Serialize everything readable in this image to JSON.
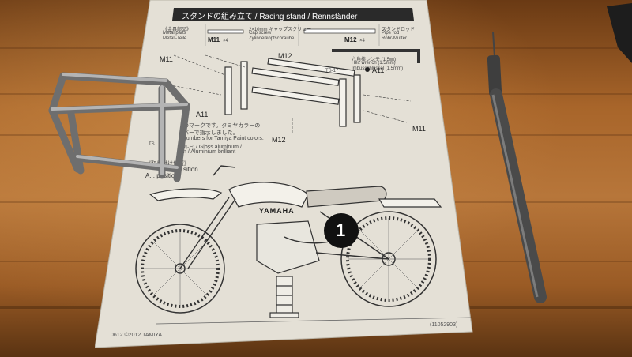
{
  "instruction_sheet": {
    "title": "スタンドの組み立て / Racing stand / Rennständer",
    "metal_parts": [
      "《金具部品》",
      "Metal parts",
      "Metall-Teile"
    ],
    "cap_screw": [
      "2×10mm キャップスクリュー",
      "Cap screw",
      "Zylinderkopfschraube"
    ],
    "m11_label": "M11",
    "m11_count": "×4",
    "stand_rod": [
      "スタンドロッド",
      "Pipe rod",
      "Rohr-Mutter"
    ],
    "m12_label": "M12",
    "m12_count": "×4",
    "hex_wrench": [
      "六角棒レンチ (1.5㎜)",
      "Hex wrench (1.5mm)",
      "Imbusschlüssel (1.5mm)"
    ],
    "ts_callout": "TS-17",
    "a11_label": "A11",
    "paint_note": [
      "のマークです。タミヤカラーの",
      "バーで指示しました。",
      "numbers for Tamiya Paint colors."
    ],
    "paint_color_1": "ルミ / Gloss aluminum /",
    "paint_color_2": "n / Aluminium brilliant",
    "ts_tag": "TS",
    "position_note": [
      "《取り付け位置》",
      "sition",
      "A... position"
    ],
    "tank_brand": "YAMAHA",
    "race_number": "1",
    "copyright": "0612 ©2012 TAMIYA",
    "doc_code": "(11052903)"
  }
}
